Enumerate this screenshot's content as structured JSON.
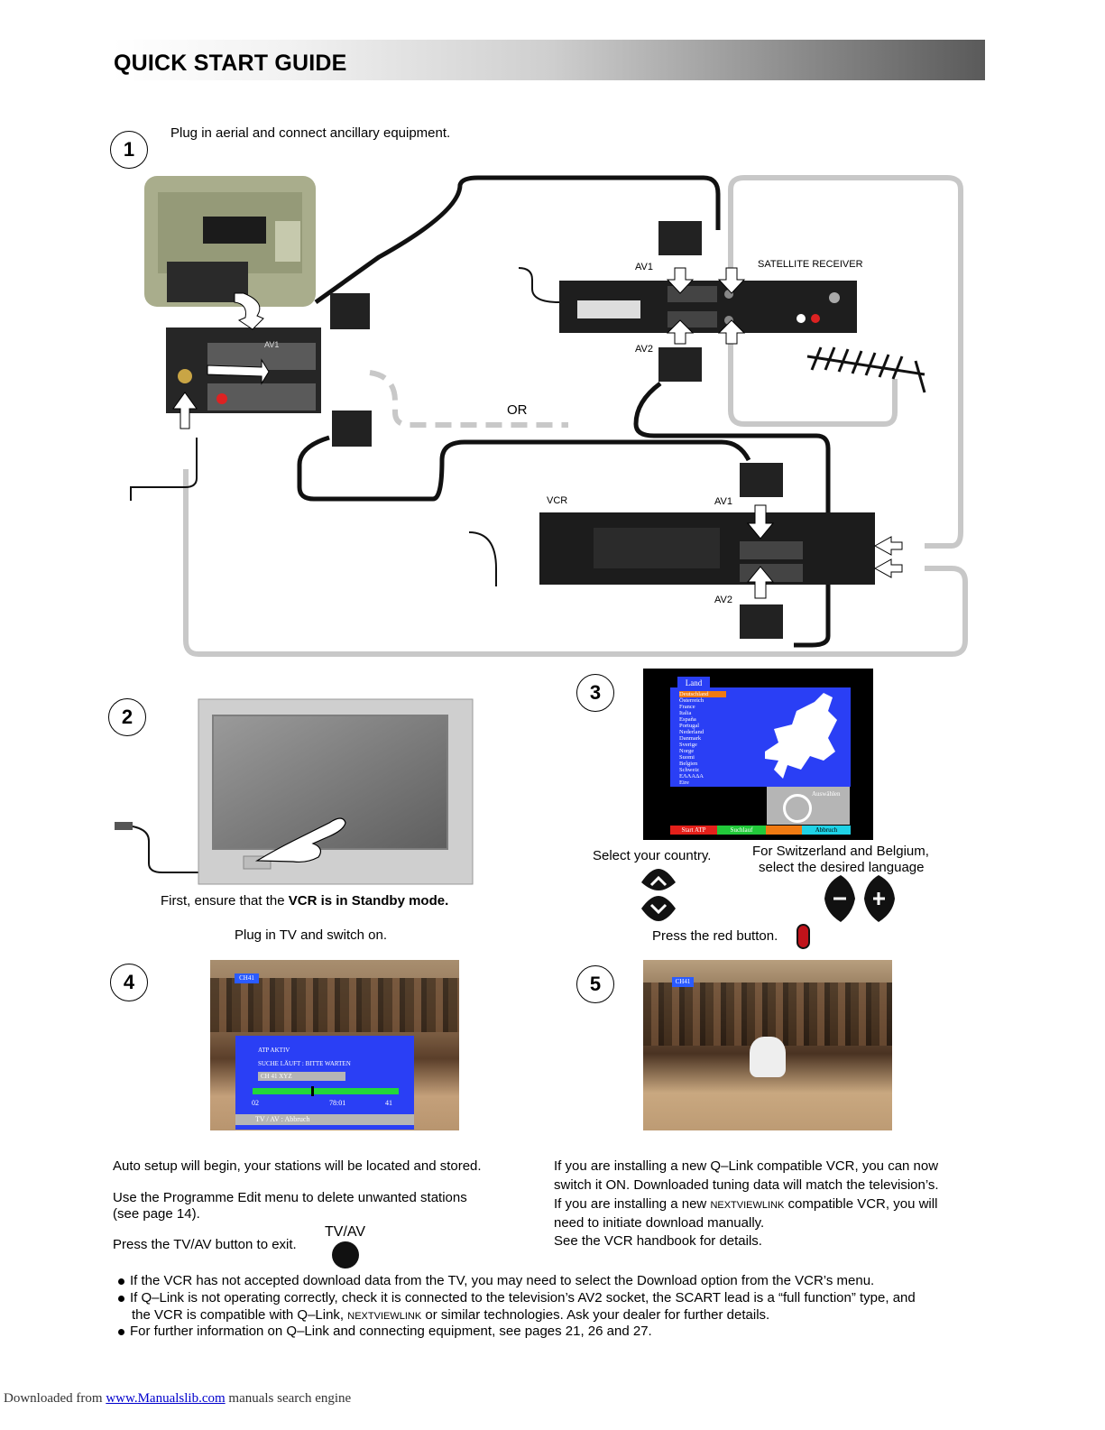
{
  "header": {
    "title": "QUICK START GUIDE"
  },
  "step1": {
    "number": "1",
    "instruction": "Plug in aerial and connect ancillary equipment.",
    "labels": {
      "sat_av1": "AV1",
      "sat_av2": "AV2",
      "satellite": "SATELLITE RECEIVER",
      "or": "OR",
      "vcr": "VCR",
      "vcr_av1": "AV1",
      "vcr_av2": "AV2",
      "tv_av1": "AV1"
    }
  },
  "step2": {
    "number": "2",
    "line1_prefix": "First, ensure that the ",
    "line1_bold": "VCR is in Standby mode.",
    "line2": "Plug in TV and switch on."
  },
  "step3": {
    "number": "3",
    "menu_title": "Land",
    "countries": [
      "Deutschland",
      "Österreich",
      "France",
      "Italia",
      "España",
      "Portugal",
      "Nederland",
      "Danmark",
      "Sverige",
      "Norge",
      "Suomi",
      "Belgien",
      "Schweiz",
      "ΕΛΛΑΔΑ",
      "Eire"
    ],
    "select_label": "Auswählen",
    "buttons": [
      "Start ATP",
      "Suchlauf",
      "",
      "Abbruch"
    ],
    "select_country": "Select your country.",
    "lang_line1": "For Switzerland and Belgium,",
    "lang_line2": "select the desired language",
    "press_red": "Press the red button."
  },
  "step4": {
    "number": "4",
    "channel": "CH41",
    "atp": "ATP AKTIV",
    "searching": "SUCHE LÄUFT :  BITTE WARTEN",
    "station": "CH 41   XYZ",
    "prog_start": "02",
    "prog_freq": "78:01",
    "prog_end": "41",
    "progress": 0.4,
    "exit_bar": "TV / AV : Abbruch",
    "p1": "Auto setup will begin, your stations will be located and stored.",
    "p2a": "Use the Programme Edit menu to delete unwanted stations",
    "p2b": "(see page 14).",
    "p3": "Press the TV/AV button to exit.",
    "tvav_label": "TV/AV"
  },
  "step5": {
    "number": "5",
    "channel": "CH41",
    "l1": "If you are installing a new Q–Link compatible VCR, you can now",
    "l2": "switch it ON.  Downloaded tuning data will match the television’s.",
    "l3a": "If you are installing a new ",
    "l3b": "NEXTVIEWLINK",
    "l3c": " compatible VCR, you will",
    "l4": "need to initiate download manually.",
    "l5": "See the VCR handbook for details."
  },
  "bullets": {
    "b1": "If the VCR has not accepted download data from the TV, you may need to select the Download option from the VCR’s menu.",
    "b2a": "If Q–Link is not operating correctly, check it is connected to the television’s AV2 socket, the SCART lead is a “full function” type, and",
    "b2b_pre": "the VCR is compatible with Q–Link, ",
    "b2b_small": "NEXTVIEWLINK",
    "b2b_post": " or similar technologies. Ask your dealer for further details.",
    "b3": "For further information on Q–Link and connecting equipment, see pages 21, 26 and 27."
  },
  "footer": {
    "prefix": "Downloaded from ",
    "link": "www.Manualslib.com",
    "suffix": "  manuals search engine"
  },
  "colors": {
    "menu_blue": "#2a3ff5",
    "red_button": "#c0121a",
    "green_bar": "#22d63a"
  }
}
